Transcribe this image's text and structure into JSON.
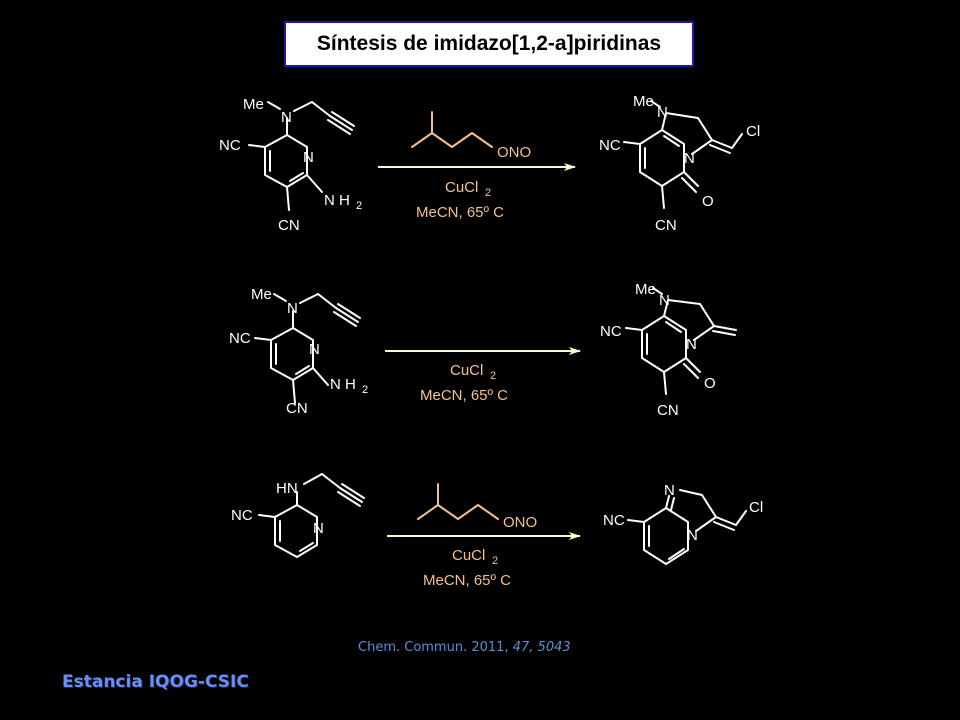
{
  "title": "Síntesis de imidazo[1,2-a]piridinas",
  "atoms": {
    "me": "Me",
    "n": "N",
    "nc": "NC",
    "cn": "CN",
    "nh": "N H",
    "h2": "2",
    "o": "O",
    "cl": "Cl",
    "hn": "HN"
  },
  "reagents": {
    "ono": "ONO",
    "cucl": "CuCl",
    "cucl_sub": "2",
    "conditions": "MeCN, 65º C"
  },
  "citation": {
    "journal": "Chem. Commun.",
    "year": "2011,",
    "volume": "47,",
    "page": "5043"
  },
  "footer": "Estancia IQOG-CSIC",
  "colors": {
    "background": "#000000",
    "title_border": "#1a1aa8",
    "reagent_text": "#f5c08b",
    "arrow": "#fffbc8",
    "citation": "#5b8fd6",
    "footer": "#6b8ff0"
  }
}
